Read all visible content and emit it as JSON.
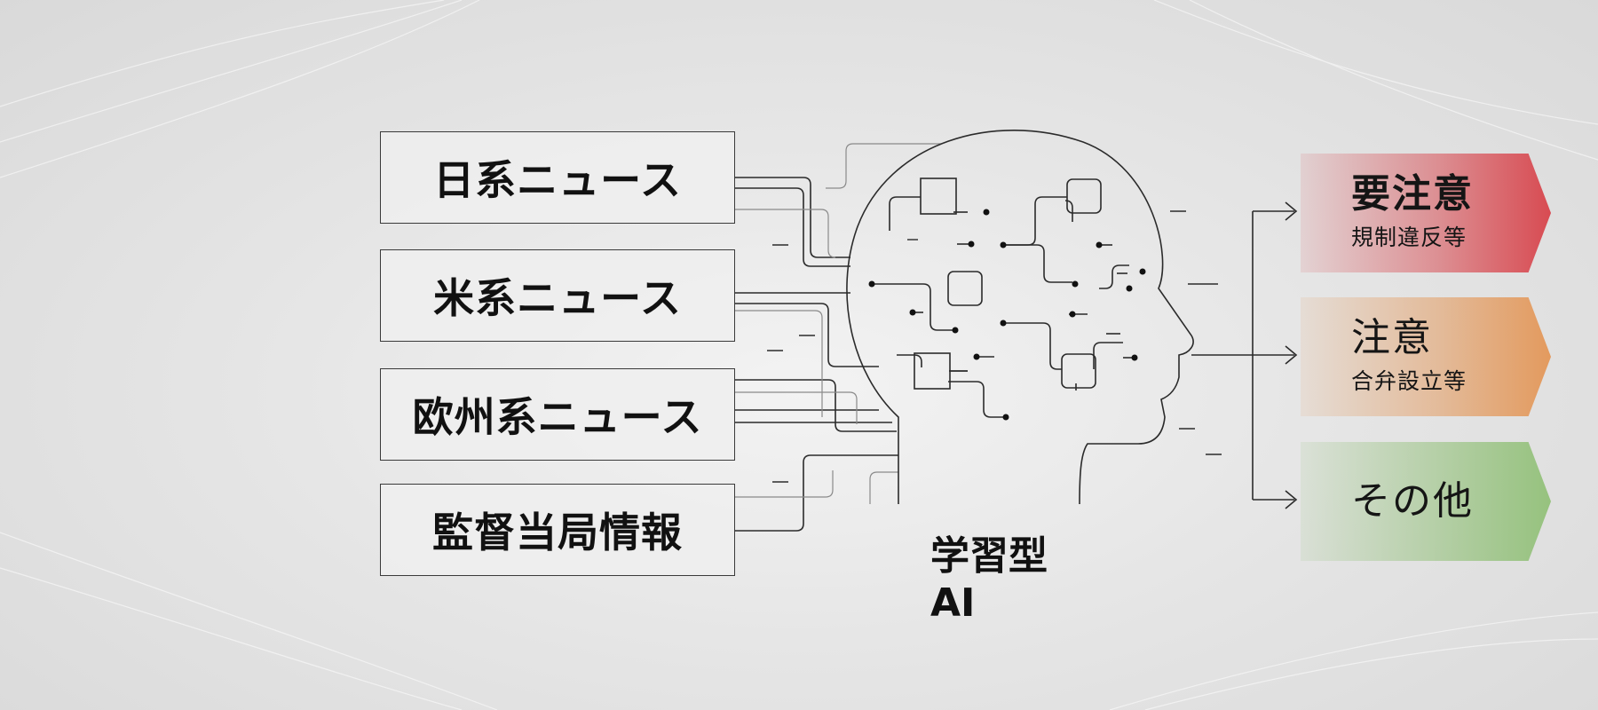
{
  "sources": [
    {
      "label": "日系ニュース"
    },
    {
      "label": "米系ニュース"
    },
    {
      "label": "欧州系ニュース"
    },
    {
      "label": "監督当局情報"
    }
  ],
  "ai_label": "学習型AI",
  "outputs": [
    {
      "title": "要注意",
      "subtitle": "規制違反等",
      "color": "#d84b52"
    },
    {
      "title": "注意",
      "subtitle": "合弁設立等",
      "color": "#e39a5e"
    },
    {
      "title": "その他",
      "subtitle": "",
      "color": "#96c27e"
    }
  ],
  "colors": {
    "line": "#2b2b2b",
    "wire_light": "#8a8a8a",
    "box_border": "#3a3a3a"
  }
}
